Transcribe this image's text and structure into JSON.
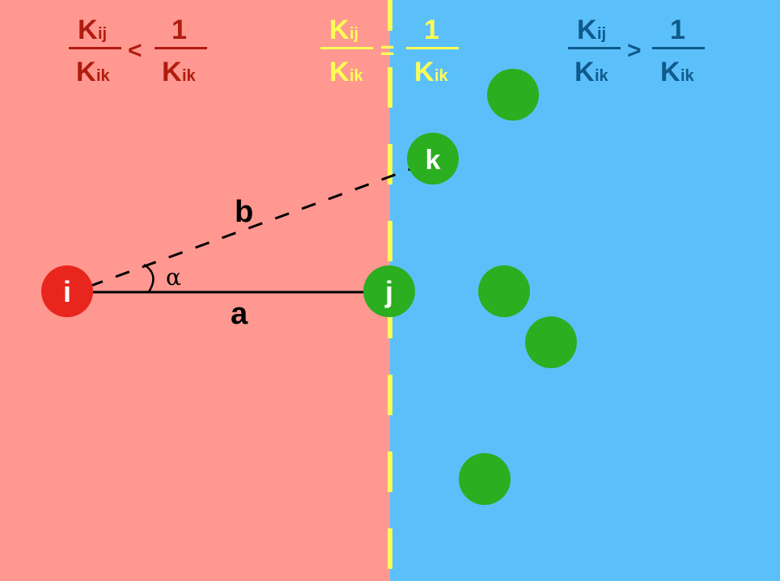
{
  "regions": {
    "left": {
      "color": "#FF9890",
      "formula": {
        "num_main": "K",
        "num_sub": "ij",
        "den_main": "K",
        "den_sub": "ik",
        "op": "<",
        "rhs_num": "1",
        "rhs_den_main": "K",
        "rhs_den_sub": "ik"
      },
      "text_color": "#B01C10"
    },
    "boundary": {
      "color": "#FFFF55",
      "formula": {
        "num_main": "K",
        "num_sub": "ij",
        "den_main": "K",
        "den_sub": "ik",
        "op": "=",
        "rhs_num": "1",
        "rhs_den_main": "K",
        "rhs_den_sub": "ik"
      }
    },
    "right": {
      "color": "#5BC0FA",
      "formula": {
        "num_main": "K",
        "num_sub": "ij",
        "den_main": "K",
        "den_sub": "ik",
        "op": ">",
        "rhs_num": "1",
        "rhs_den_main": "K",
        "rhs_den_sub": "ik"
      },
      "text_color": "#0F5A8C"
    }
  },
  "nodes": {
    "i": "i",
    "j": "j",
    "k": "k"
  },
  "edges": {
    "a": "a",
    "b": "b",
    "angle": "α"
  },
  "colors": {
    "node_red": "#E8261E",
    "node_green": "#2BAE20"
  }
}
